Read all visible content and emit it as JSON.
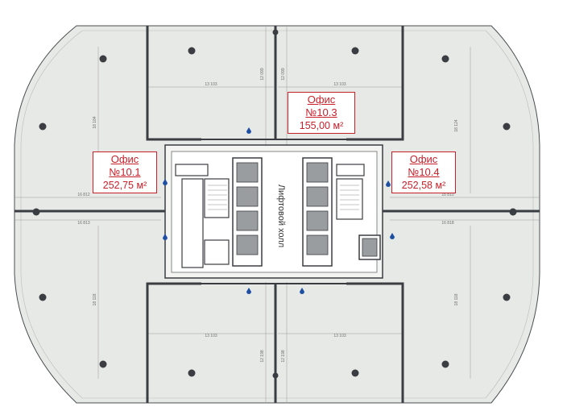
{
  "offices": [
    {
      "id": "10.1",
      "title": "Офис №10.1",
      "area": "252,75 м²"
    },
    {
      "id": "10.3",
      "title": "Офис №10.3",
      "area": "155,00 м²"
    },
    {
      "id": "10.4",
      "title": "Офис №10.4",
      "area": "252,58 м²"
    }
  ],
  "core": {
    "hall_label": "Лифтовой холл"
  },
  "dimensions": {
    "top_left_width": "13 103",
    "top_right_width": "13 103",
    "bottom_left_width": "13 103",
    "bottom_right_width": "13 103",
    "top_center_left": "12 099",
    "top_center_right": "12 099",
    "bottom_center_left": "12 198",
    "bottom_center_right": "12 198",
    "left_depth_top": "16 812",
    "left_depth_bottom": "16 813",
    "right_depth_top": "16 810",
    "right_depth_bottom": "16 818",
    "left_side_top": "18 184",
    "right_side_top": "18 124",
    "left_side_bottom": "18 118",
    "right_side_bottom": "18 118"
  },
  "colors": {
    "floor": "#e7e9e6",
    "wall": "#3a3d42",
    "label": "#c8202a",
    "marker": "#1f4fa3"
  }
}
